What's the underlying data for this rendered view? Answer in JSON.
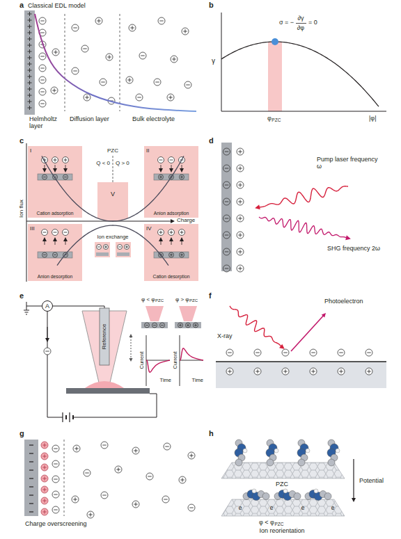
{
  "diagram": {
    "nodes": [
      {
        "text": [
          "I",
          "Cation adsorption"
        ]
      },
      {
        "text": [
          "II",
          "Anion adsorption"
        ]
      },
      {
        "text": [
          "III",
          "Anion desorption"
        ]
      },
      {
        "text": [
          "IV",
          "Cation desorption"
        ]
      },
      {
        "text": [
          "V",
          "Ion exchange"
        ]
      },
      {
        "text": [
          "Reference"
        ]
      },
      {
        "text": [
          "A"
        ]
      }
    ],
    "labels": [
      "a",
      "Classical EDL model",
      "Helmholtz layer",
      "Diffusion layer",
      "Bulk electrolyte",
      "b",
      "σ = −",
      "∂γ",
      "∂φ",
      "= 0",
      "γ",
      "φ",
      "PZC",
      "|φ|",
      "c",
      "PZC",
      "Q < 0",
      "Q > 0",
      "Ion flux",
      "Charge",
      "d",
      "Pump laser frequency ω",
      "SHG frequency 2ω",
      "e",
      "φ < φ",
      "PZC",
      "φ > φ",
      "PZC",
      "Current",
      "Time",
      "Current",
      "Time",
      "f",
      "X-ray",
      "Photoelectron",
      "g",
      "Charge overscreening",
      "h",
      "PZC",
      "Potential",
      "φ < φ",
      "PZC",
      "Ion reorientation",
      "e",
      "e",
      "e",
      "e"
    ]
  }
}
